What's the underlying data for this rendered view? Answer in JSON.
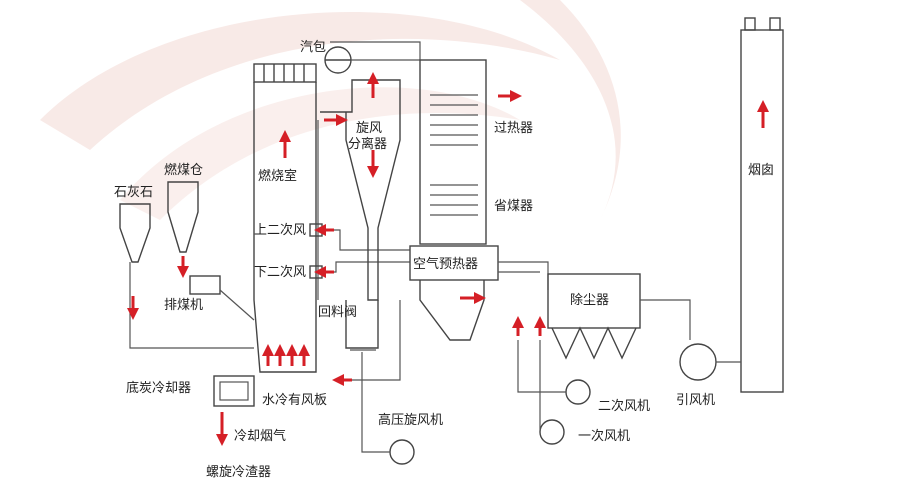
{
  "diagram": {
    "labels": {
      "steam_drum": "汽包",
      "cyclone_line1": "旋风",
      "cyclone_line2": "分离器",
      "superheater": "过热器",
      "economizer": "省煤器",
      "furnace": "燃烧室",
      "coal_bunker": "燃煤仓",
      "limestone": "石灰石",
      "upper_secondary_air": "上二次风",
      "lower_secondary_air": "下二次风",
      "air_preheater": "空气预热器",
      "coal_discharger": "排煤机",
      "return_valve": "回料阀",
      "dust_collector": "除尘器",
      "chimney": "烟囱",
      "bottom_ash_cooler": "底炭冷却器",
      "water_cooled_plate": "水冷有风板",
      "cooling_flue_gas": "冷却烟气",
      "hp_blower": "高压旋风机",
      "secondary_fan": "二次风机",
      "primary_fan": "一次风机",
      "induced_fan": "引风机",
      "screw_slag_cooler": "螺旋冷渣器"
    },
    "colors": {
      "arrow": "#d51f26",
      "line": "#444444",
      "background_swirl": "#f3d9d4"
    }
  }
}
